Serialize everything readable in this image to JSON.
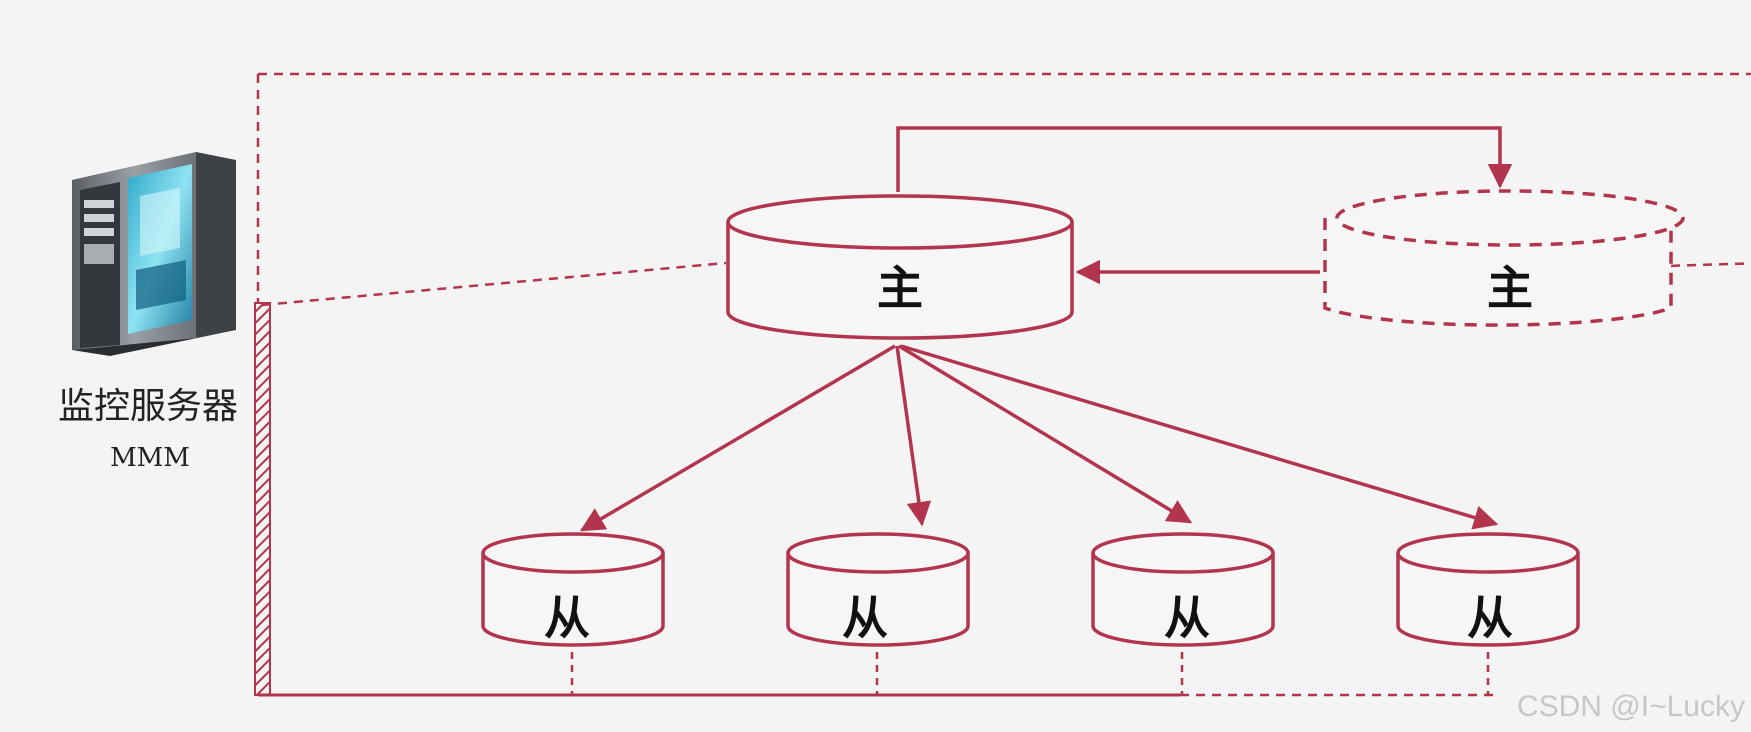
{
  "server": {
    "label": "监控服务器",
    "sublabel": "MMM"
  },
  "master": {
    "label": "主"
  },
  "standby_master": {
    "label": "主"
  },
  "slaves": [
    {
      "label": "从"
    },
    {
      "label": "从"
    },
    {
      "label": "从"
    },
    {
      "label": "从"
    }
  ],
  "watermark": "CSDN @I~Lucky",
  "colors": {
    "line": "#b2344d",
    "dashed": "#b2344d",
    "background": "#f4f4f4"
  }
}
